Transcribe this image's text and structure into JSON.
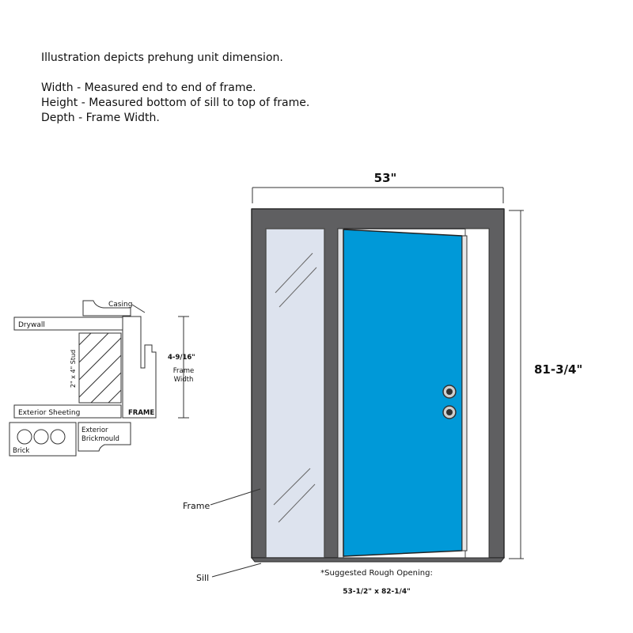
{
  "intro": {
    "line1": "Illustration depicts prehung unit dimension.",
    "line2": "Width - Measured end to end of frame.",
    "line3": "Height - Measured bottom of sill to top of frame.",
    "line4": "Depth - Frame Width."
  },
  "dimensions": {
    "width": "53\"",
    "height": "81-3/4\""
  },
  "section": {
    "casing": "Casing",
    "drywall": "Drywall",
    "stud": "2\" x 4\" Stud",
    "depth_value": "4-9/16\"",
    "frame_width_line1": "Frame",
    "frame_width_line2": "Width",
    "frame": "FRAME",
    "exterior_sheeting": "Exterior Sheeting",
    "brick": "Brick",
    "exterior_brickmould_line1": "Exterior",
    "exterior_brickmould_line2": "Brickmould"
  },
  "callouts": {
    "frame": "Frame",
    "sill": "Sill"
  },
  "rough_opening": {
    "label": "*Suggested Rough Opening:",
    "value": "53-1/2\" x 82-1/4\""
  },
  "colors": {
    "door": "#0099d8",
    "frame": "#5f5f61",
    "glass": "#dde3ee",
    "background": "#ffffff"
  }
}
